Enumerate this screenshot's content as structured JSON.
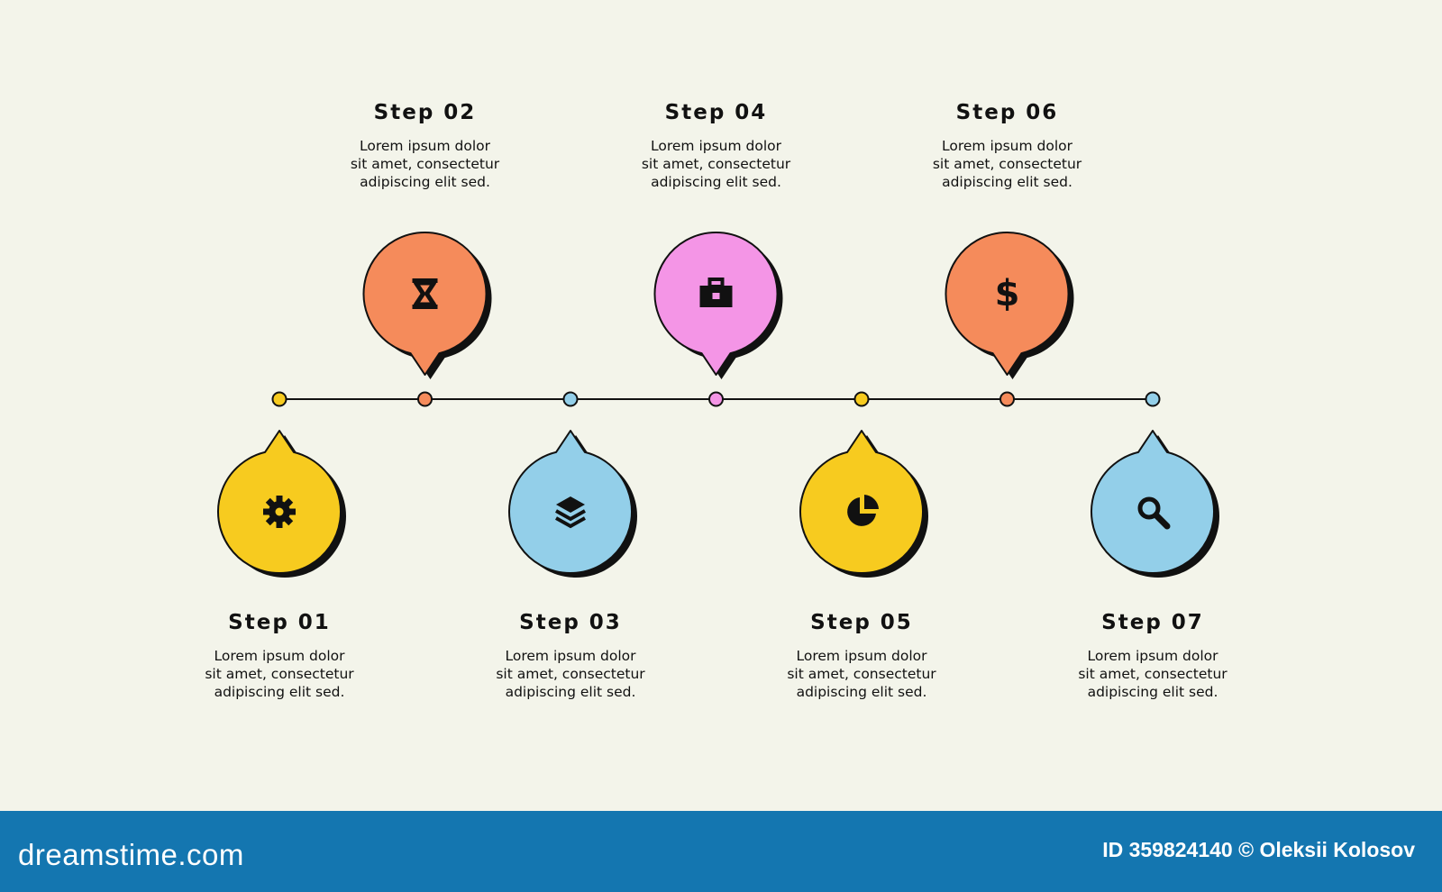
{
  "colors": {
    "background": "#f3f4ea",
    "line": "#111111",
    "yellow": "#f7cb1f",
    "orange": "#f58b5b",
    "blue": "#93cfe9",
    "pink": "#f495e6",
    "footer": "#1476b0"
  },
  "steps": [
    {
      "title": "Step 01",
      "desc": "Lorem ipsum dolor\nsit amet, consectetur\nadipiscing elit sed.",
      "color": "yellow",
      "icon": "gear-icon",
      "position": "below"
    },
    {
      "title": "Step 02",
      "desc": "Lorem ipsum dolor\nsit amet, consectetur\nadipiscing elit sed.",
      "color": "orange",
      "icon": "hourglass-icon",
      "position": "above"
    },
    {
      "title": "Step 03",
      "desc": "Lorem ipsum dolor\nsit amet, consectetur\nadipiscing elit sed.",
      "color": "blue",
      "icon": "layers-icon",
      "position": "below"
    },
    {
      "title": "Step 04",
      "desc": "Lorem ipsum dolor\nsit amet, consectetur\nadipiscing elit sed.",
      "color": "pink",
      "icon": "briefcase-icon",
      "position": "above"
    },
    {
      "title": "Step 05",
      "desc": "Lorem ipsum dolor\nsit amet, consectetur\nadipiscing elit sed.",
      "color": "yellow",
      "icon": "pie-chart-icon",
      "position": "below"
    },
    {
      "title": "Step 06",
      "desc": "Lorem ipsum dolor\nsit amet, consectetur\nadipiscing elit sed.",
      "color": "orange",
      "icon": "dollar-icon",
      "position": "above"
    },
    {
      "title": "Step 07",
      "desc": "Lorem ipsum dolor\nsit amet, consectetur\nadipiscing elit sed.",
      "color": "blue",
      "icon": "search-icon",
      "position": "below"
    }
  ],
  "footer": {
    "brand": "dreamstime.com",
    "credit": "ID 359824140 © Oleksii Kolosov"
  }
}
